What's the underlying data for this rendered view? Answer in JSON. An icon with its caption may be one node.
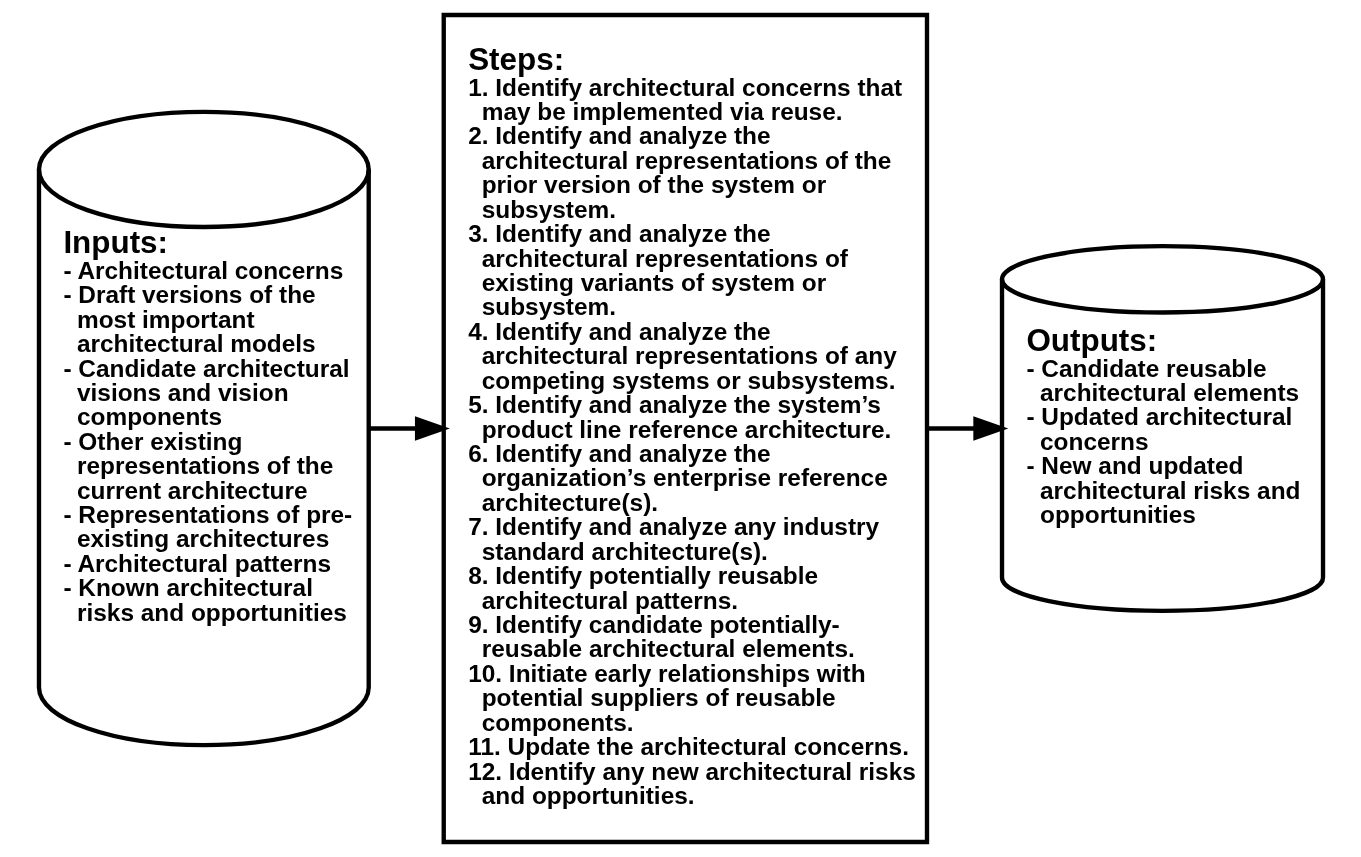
{
  "diagram": {
    "nodes": [
      {
        "text": [
          "Inputs:",
          "- Architectural concerns",
          "- Draft versions of the most important architectural models",
          "- Candidate architectural visions and vision components",
          "- Other existing representations of the current architecture",
          "- Representations of pre-existing architectures",
          "- Architectural patterns",
          "- Known architectural risks and opportunities"
        ]
      },
      {
        "text": [
          "Steps:",
          "1. Identify architectural concerns that may be implemented via reuse.",
          "2. Identify and analyze the architectural representations of the prior version of the system or subsystem.",
          "3. Identify and analyze the architectural representations of existing variants of system or subsystem.",
          "4. Identify and analyze the architectural representations of any competing systems or subsystems.",
          "5. Identify and analyze the system’s product line reference architecture.",
          "6. Identify and analyze the organization’s enterprise reference architecture(s).",
          "7. Identify and analyze any industry standard architecture(s).",
          "8. Identify potentially reusable architectural patterns.",
          "9. Identify candidate potentially-reusable architectural elements.",
          "10. Initiate early relationships with potential suppliers of reusable components.",
          "11. Update the architectural concerns.",
          "12. Identify any new architectural risks and opportunities."
        ]
      },
      {
        "text": [
          "Outputs:",
          "- Candidate reusable architectural elements",
          "- Updated architectural concerns",
          "- New and updated architectural risks and opportunities"
        ]
      }
    ],
    "edges": [
      {
        "from": 0,
        "to": 1,
        "arrow": "to"
      },
      {
        "from": 1,
        "to": 2,
        "arrow": "to"
      }
    ]
  }
}
